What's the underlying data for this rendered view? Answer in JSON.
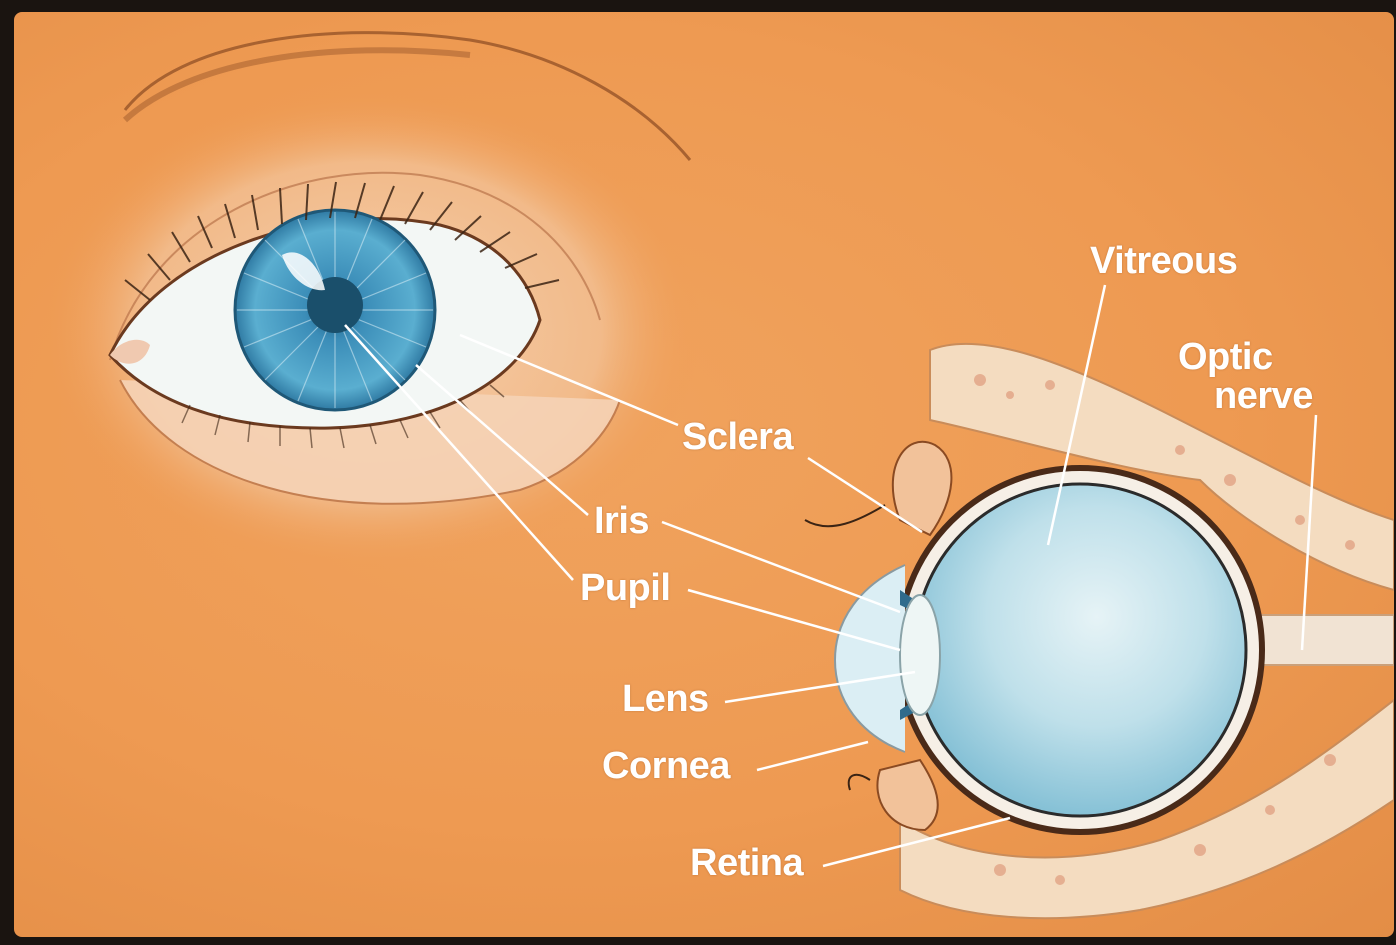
{
  "labels": {
    "vitreous": "Vitreous",
    "optic_nerve_line1": "Optic",
    "optic_nerve_line2": "nerve",
    "sclera": "Sclera",
    "iris": "Iris",
    "pupil": "Pupil",
    "lens": "Lens",
    "cornea": "Cornea",
    "retina": "Retina"
  },
  "colors": {
    "background": "#ee9a52",
    "label_text": "#ffffff",
    "iris": "#3f8fb8",
    "vitreous": "#a9d6e6",
    "bone": "#f4dcc0"
  }
}
